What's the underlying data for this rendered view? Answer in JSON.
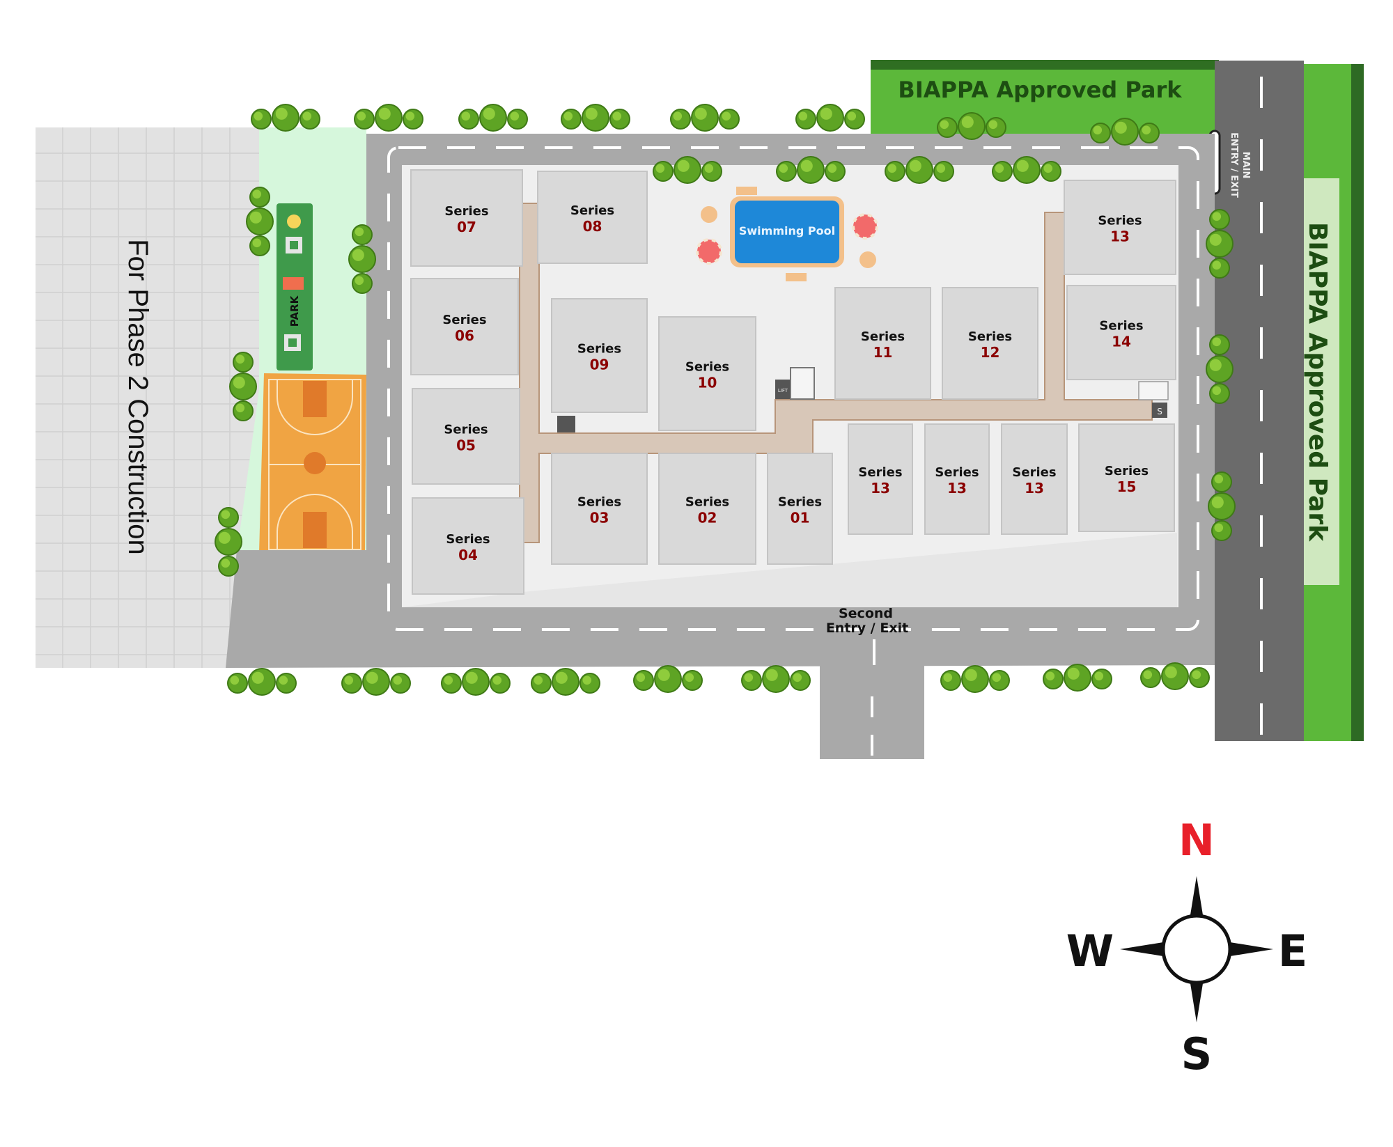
{
  "title": "Site Master Plan",
  "labels": {
    "phase2": "For Phase 2 Construction",
    "park_top": "BIAPPA Approved Park",
    "park_right": "BIAPPA Approved Park",
    "park_strip": "PARK",
    "swimming_pool": "Swimming Pool",
    "main_entry_line1": "MAIN",
    "main_entry_line2": "ENTRY / EXIT",
    "second_entry_line1": "Second",
    "second_entry_line2": "Entry / Exit",
    "lift": "LIFT",
    "stair_marker": "S"
  },
  "units": [
    {
      "series": "Series",
      "number": "07"
    },
    {
      "series": "Series",
      "number": "08"
    },
    {
      "series": "Series",
      "number": "06"
    },
    {
      "series": "Series",
      "number": "05"
    },
    {
      "series": "Series",
      "number": "04"
    },
    {
      "series": "Series",
      "number": "09"
    },
    {
      "series": "Series",
      "number": "10"
    },
    {
      "series": "Series",
      "number": "03"
    },
    {
      "series": "Series",
      "number": "02"
    },
    {
      "series": "Series",
      "number": "01"
    },
    {
      "series": "Series",
      "number": "11"
    },
    {
      "series": "Series",
      "number": "12"
    },
    {
      "series": "Series",
      "number": "13"
    },
    {
      "series": "Series",
      "number": "14"
    },
    {
      "series": "Series",
      "number": "13"
    },
    {
      "series": "Series",
      "number": "13"
    },
    {
      "series": "Series",
      "number": "13"
    },
    {
      "series": "Series",
      "number": "15"
    }
  ],
  "compass": {
    "north": "N",
    "south": "S",
    "east": "E",
    "west": "W"
  },
  "colors": {
    "road": "#6b6b6b",
    "site_road": "#a9a9a9",
    "park_green": "#5cb83a",
    "park_text": "#1d4d12",
    "unit_number": "#8b0000",
    "north": "#e8202a",
    "pool": "#1e88d8",
    "court": "#f0a443"
  }
}
